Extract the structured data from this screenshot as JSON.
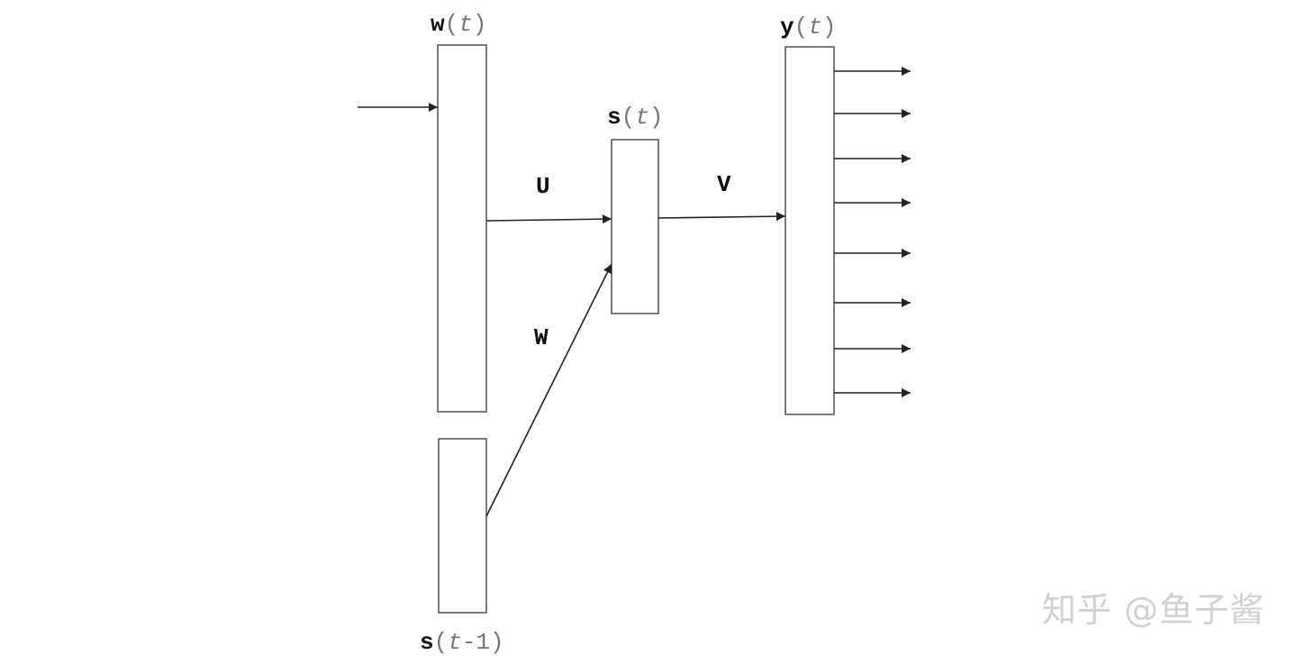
{
  "nodes": {
    "w": {
      "var": "w",
      "open": "(",
      "arg": "t",
      "close": ")"
    },
    "s_prev": {
      "var": "s",
      "open": "(",
      "arg": "t",
      "rest": "-1",
      "close": ")"
    },
    "s": {
      "var": "s",
      "open": "(",
      "arg": "t",
      "close": ")"
    },
    "y": {
      "var": "y",
      "open": "(",
      "arg": "t",
      "close": ")"
    }
  },
  "weights": {
    "U": "U",
    "W": "W",
    "V": "V"
  },
  "watermark": "知乎 @鱼子酱"
}
